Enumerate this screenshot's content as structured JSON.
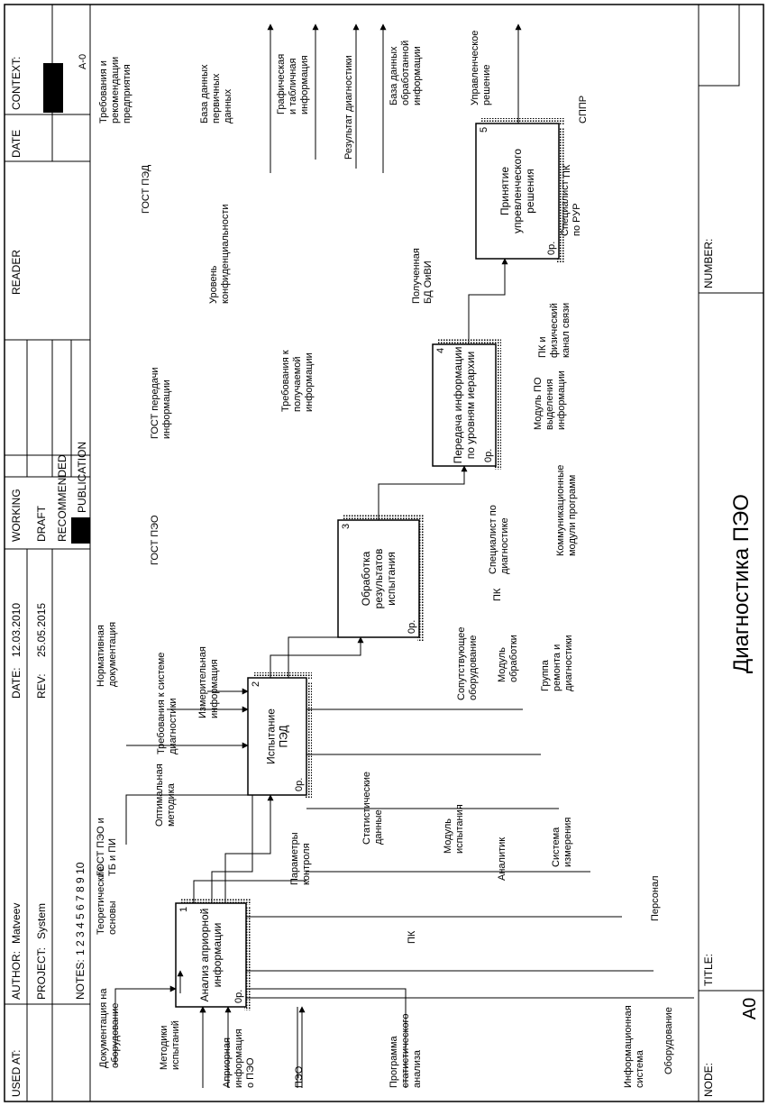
{
  "header": {
    "used_at": "USED AT:",
    "author_label": "AUTHOR:",
    "author": "Matveev",
    "project_label": "PROJECT:",
    "project": "System",
    "date_label": "DATE:",
    "date": "12.03.2010",
    "rev_label": "REV:",
    "rev": "25.05.2015",
    "notes_label": "NOTES:",
    "notes": "1  2  3  4  5  6  7  8  9  10",
    "status": [
      "WORKING",
      "DRAFT",
      "RECOMMENDED",
      "PUBLICATION"
    ],
    "reader": "READER",
    "date_col": "DATE",
    "context": "CONTEXT:",
    "context_node": "A-0"
  },
  "footer": {
    "node_label": "NODE:",
    "node": "A0",
    "title_label": "TITLE:",
    "title": "Диагностика ПЭО",
    "number_label": "NUMBER:"
  },
  "blocks": [
    {
      "id": "1",
      "lines": [
        "Анализ априорной",
        "информации"
      ],
      "cost": "0р."
    },
    {
      "id": "2",
      "lines": [
        "Испытание",
        "ПЭД"
      ],
      "cost": "0р."
    },
    {
      "id": "3",
      "lines": [
        "Обработка",
        "результатов",
        "испытания"
      ],
      "cost": "0р."
    },
    {
      "id": "4",
      "lines": [
        "Передача информации",
        "по уровням иерархии"
      ],
      "cost": "0р."
    },
    {
      "id": "5",
      "lines": [
        "Принятие",
        "упревленческого",
        "решения"
      ],
      "cost": "0р."
    }
  ],
  "labels": {
    "inputs": [
      "Документация на",
      "оборудование"
    ],
    "methods": [
      "Методики",
      "испытаний"
    ],
    "apriori": [
      "Априорная",
      "информация",
      "о ПЭО"
    ],
    "peo": "ПЭО",
    "stat_prog": [
      "Программа",
      "статистического",
      "анализа"
    ],
    "info_system": [
      "Информационная",
      "система"
    ],
    "equipment": "Оборудование",
    "theory": [
      "Теоретические",
      "основы"
    ],
    "gost_peo_tb": [
      "ГОСТ ПЭО и",
      "ТБ и ПИ"
    ],
    "pk_main": "ПК",
    "params": [
      "Параметры",
      "контроля"
    ],
    "optimal": [
      "Оптимальная",
      "методика"
    ],
    "normative": [
      "Нормативная",
      "документация"
    ],
    "req_system": [
      "Требования к системе",
      "диагностики"
    ],
    "measure_info": [
      "Измерительная",
      "информация"
    ],
    "stat_data": [
      "Статистические",
      "данные"
    ],
    "test_module": [
      "Модуль",
      "испытания"
    ],
    "analyst": "Аналитик",
    "meas_system": [
      "Система",
      "измерения"
    ],
    "personnel": "Персонал",
    "accomp": [
      "Сопутствующее",
      "оборудование"
    ],
    "proc_module": [
      "Модуль",
      "обработки"
    ],
    "repair_group": [
      "Группа",
      "ремонта и",
      "диагностики"
    ],
    "gost_peo": "ГОСТ ПЭО",
    "pk3": "ПК",
    "spec_diag": [
      "Специалист по",
      "диагностике"
    ],
    "comm_modules": [
      "Коммуникационные",
      "модули программ"
    ],
    "gost_transfer": [
      "ГОСТ передачи",
      "информации"
    ],
    "req_received": [
      "Требования к",
      "получаемой",
      "информации"
    ],
    "module_po": [
      "Модуль ПО",
      "выделения",
      "информации"
    ],
    "pk_phys": [
      "ПК и",
      "физический",
      "канал связи"
    ],
    "gost_ped": "ГОСТ ПЭД",
    "conf_level": [
      "Уровень",
      "конфиденциальности"
    ],
    "received_db": [
      "Полученная",
      "БД ОиВИ"
    ],
    "spec_rur": [
      "Специалист",
      "по РУР"
    ],
    "pk5": "ПК",
    "sppr": "СППР",
    "req_rec": [
      "Требования и",
      "рекомендации",
      "предприятия"
    ],
    "db_primary": [
      "База данных",
      "первичных",
      "данных"
    ],
    "graph_info": [
      "Графическая",
      "и табличная",
      "информация"
    ],
    "diag_result": "Результат диагностики",
    "db_processed": [
      "База данных",
      "обработанной",
      "информации"
    ],
    "mgmt_decision": [
      "Управленческое",
      "решение"
    ]
  }
}
